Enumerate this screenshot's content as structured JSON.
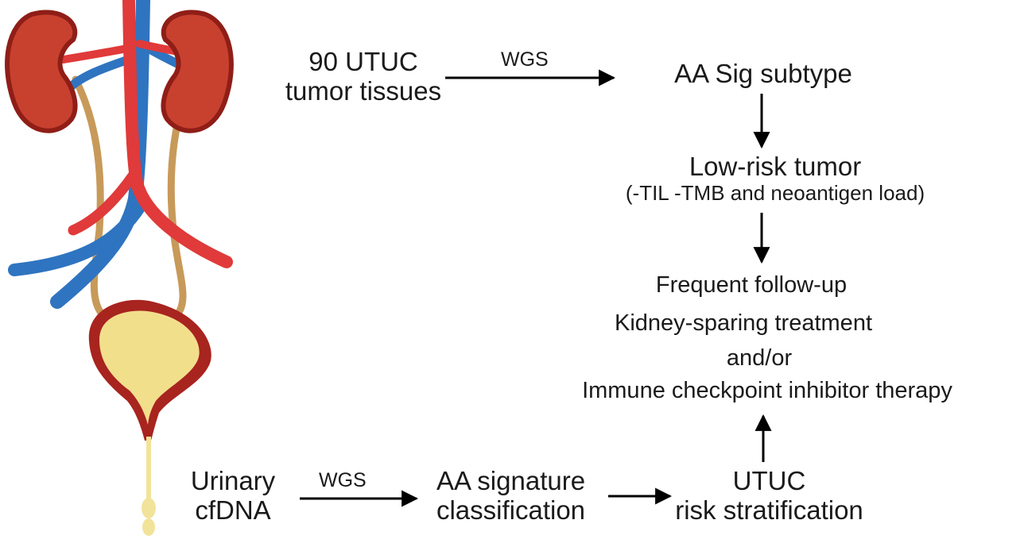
{
  "colors": {
    "kidney": "#c8412f",
    "kidney_dark": "#8f1e17",
    "artery": "#e03a3a",
    "vein": "#2f74c0",
    "ureter": "#c79a5a",
    "bladder_fill": "#f2df8c",
    "bladder_wall": "#a8241f",
    "urine": "#f2e39a",
    "arrow": "#000000"
  },
  "nodes": {
    "tissues_line1": "90 UTUC",
    "tissues_line2": "tumor tissues",
    "subtype": "AA Sig subtype",
    "lowrisk_line1": "Low-risk tumor",
    "lowrisk_line2": "(-TIL -TMB and neoantigen load)",
    "followup": "Frequent follow-up",
    "kidney_sparing": "Kidney-sparing treatment",
    "andor": "and/or",
    "immune": "Immune checkpoint inhibitor therapy",
    "urinary_line1": "Urinary",
    "urinary_line2": "cfDNA",
    "signature_line1": "AA signature",
    "signature_line2": "classification",
    "utuc_line1": "UTUC",
    "utuc_line2": "risk stratification"
  },
  "edges": {
    "top_wgs": "WGS",
    "bottom_wgs": "WGS"
  },
  "illustration": {
    "icons": [
      "kidney-icon",
      "artery-icon",
      "vein-icon",
      "ureter-icon",
      "bladder-icon",
      "urine-drop-icon"
    ]
  }
}
